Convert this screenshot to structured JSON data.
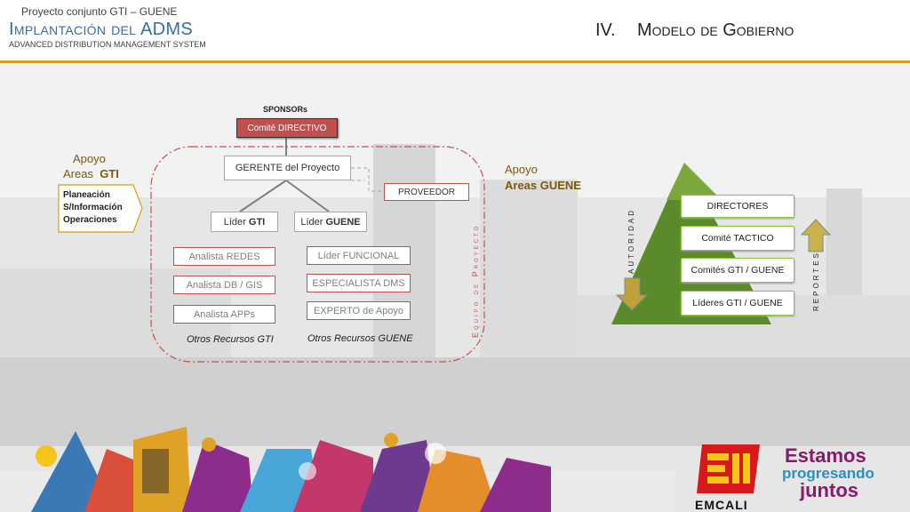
{
  "header": {
    "project": "Proyecto conjunto GTI – GUENE",
    "title": "Implantación del ADMS",
    "subtitle": "ADVANCED DISTRIBUTION MANAGEMENT SYSTEM",
    "section_number": "IV.",
    "section_title": "Modelo de Gobierno"
  },
  "org": {
    "sponsors": "SPONSORs",
    "comite": "Comité DIRECTIVO",
    "gerente": "GERENTE del Proyecto",
    "proveedor": "PROVEEDOR",
    "lider_gti_prefix": "Líder ",
    "lider_gti_bold": "GTI",
    "lider_guene_prefix": "Líder ",
    "lider_guene_bold": "GUENE",
    "gti_items": [
      "Analista REDES",
      "Analista DB / GIS",
      "Analista APPs"
    ],
    "guene_items": [
      "Líder FUNCIONAL",
      "ESPECIALISTA  DMS",
      "EXPERTO de Apoyo"
    ],
    "otros_gti": "Otros Recursos GTI",
    "otros_guene": "Otros Recursos GUENE",
    "equipo": "Equipo de Proyecto"
  },
  "apoyo_gti": {
    "line1": "Apoyo",
    "line2_prefix": "Areas  ",
    "line2_bold": "GTI",
    "items": [
      "Planeación",
      "S/Información",
      "Operaciones"
    ]
  },
  "apoyo_guene": {
    "line1": "Apoyo",
    "line2": "Areas GUENE"
  },
  "pyramid": {
    "autoridad": "AUTORIDAD",
    "reportes": "REPORTES",
    "levels": [
      "DIRECTORES",
      "Comité TACTICO",
      "Comités GTI / GUENE",
      "Líderes GTI / GUENE"
    ]
  },
  "brand": {
    "slogan_1": "Estamos",
    "slogan_2": "progresando",
    "slogan_3": "juntos",
    "logo_text": "EMCALI"
  },
  "colors": {
    "accent": "#c0504d",
    "gold": "#d4a017",
    "green": "#8cc63f",
    "blue": "#3b6aa8"
  }
}
